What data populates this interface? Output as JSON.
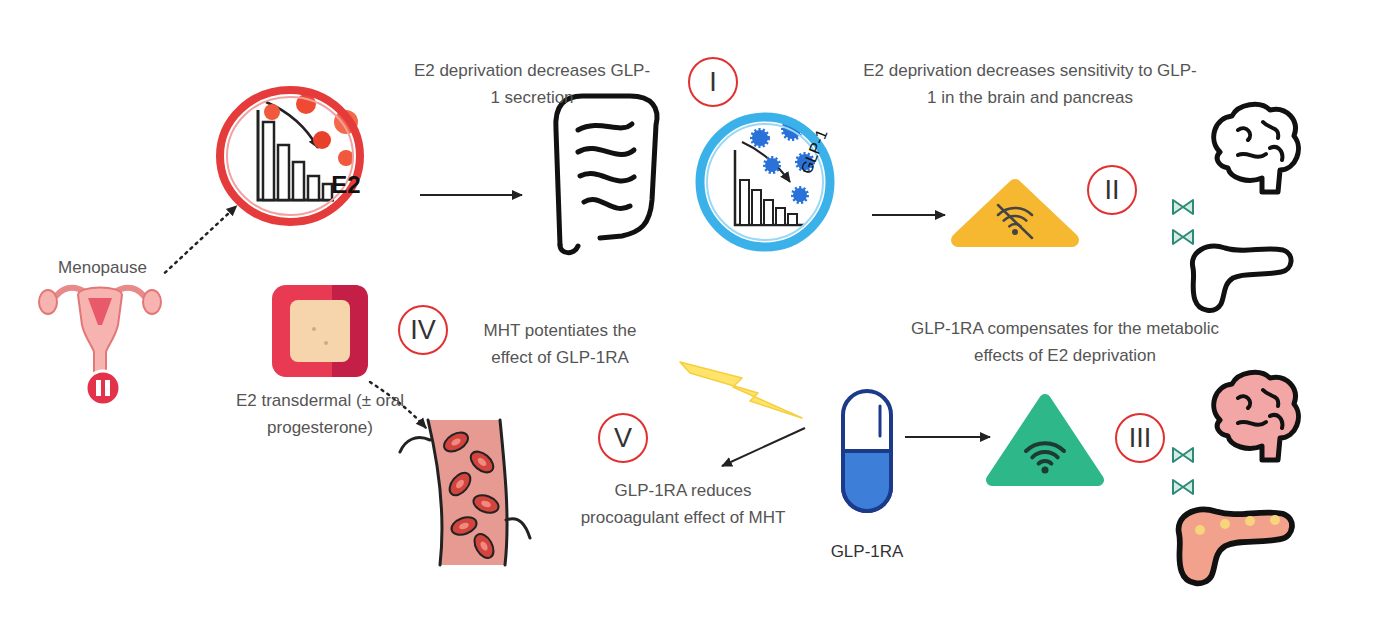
{
  "diagram": {
    "nodes": [
      {
        "text": [
          "Menopause"
        ]
      },
      {
        "text": [
          "E2"
        ]
      },
      {
        "text": [
          "GLP-1"
        ]
      },
      {
        "text": [
          "E2 transdermal (± oral progesterone)"
        ]
      },
      {
        "text": [
          "GLP-1RA"
        ]
      }
    ],
    "edges": [
      {
        "from": 0,
        "to": 1,
        "arrow": "to"
      }
    ],
    "labels": [
      "E2 deprivation decreases GLP-1 secretion",
      "I",
      "E2 deprivation decreases sensitivity to GLP-1 in the brain and pancreas",
      "II",
      "MHT potentiates the effect of GLP-1RA",
      "IV",
      "GLP-1RA compensates for the metabolic effects of E2 deprivation",
      "III",
      "GLP-1RA reduces procoagulant effect of MHT",
      "V"
    ]
  }
}
